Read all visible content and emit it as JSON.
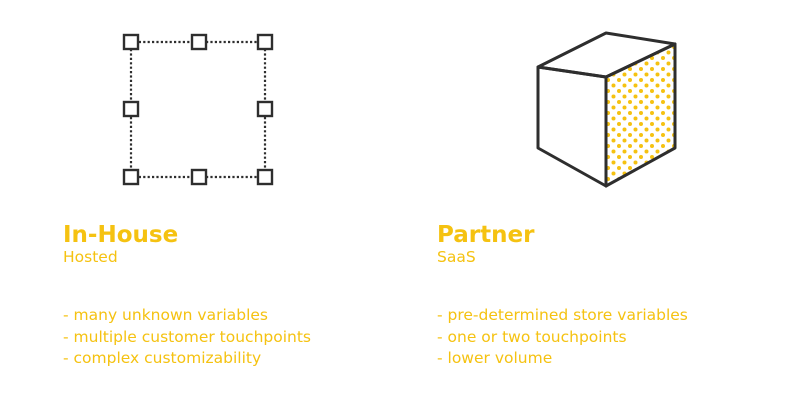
{
  "colors": {
    "accent": "#f5c211",
    "stroke": "#2e2e2e"
  },
  "left": {
    "icon": "dashed-square-icon",
    "title": "In-House",
    "subtitle": "Hosted",
    "bullets": [
      "- many unknown variables",
      "- multiple customer touchpoints",
      "- complex customizability"
    ]
  },
  "right": {
    "icon": "cube-icon",
    "title": "Partner",
    "subtitle": "SaaS",
    "bullets": [
      "- pre-determined store variables",
      "- one or two touchpoints",
      "- lower volume"
    ]
  }
}
